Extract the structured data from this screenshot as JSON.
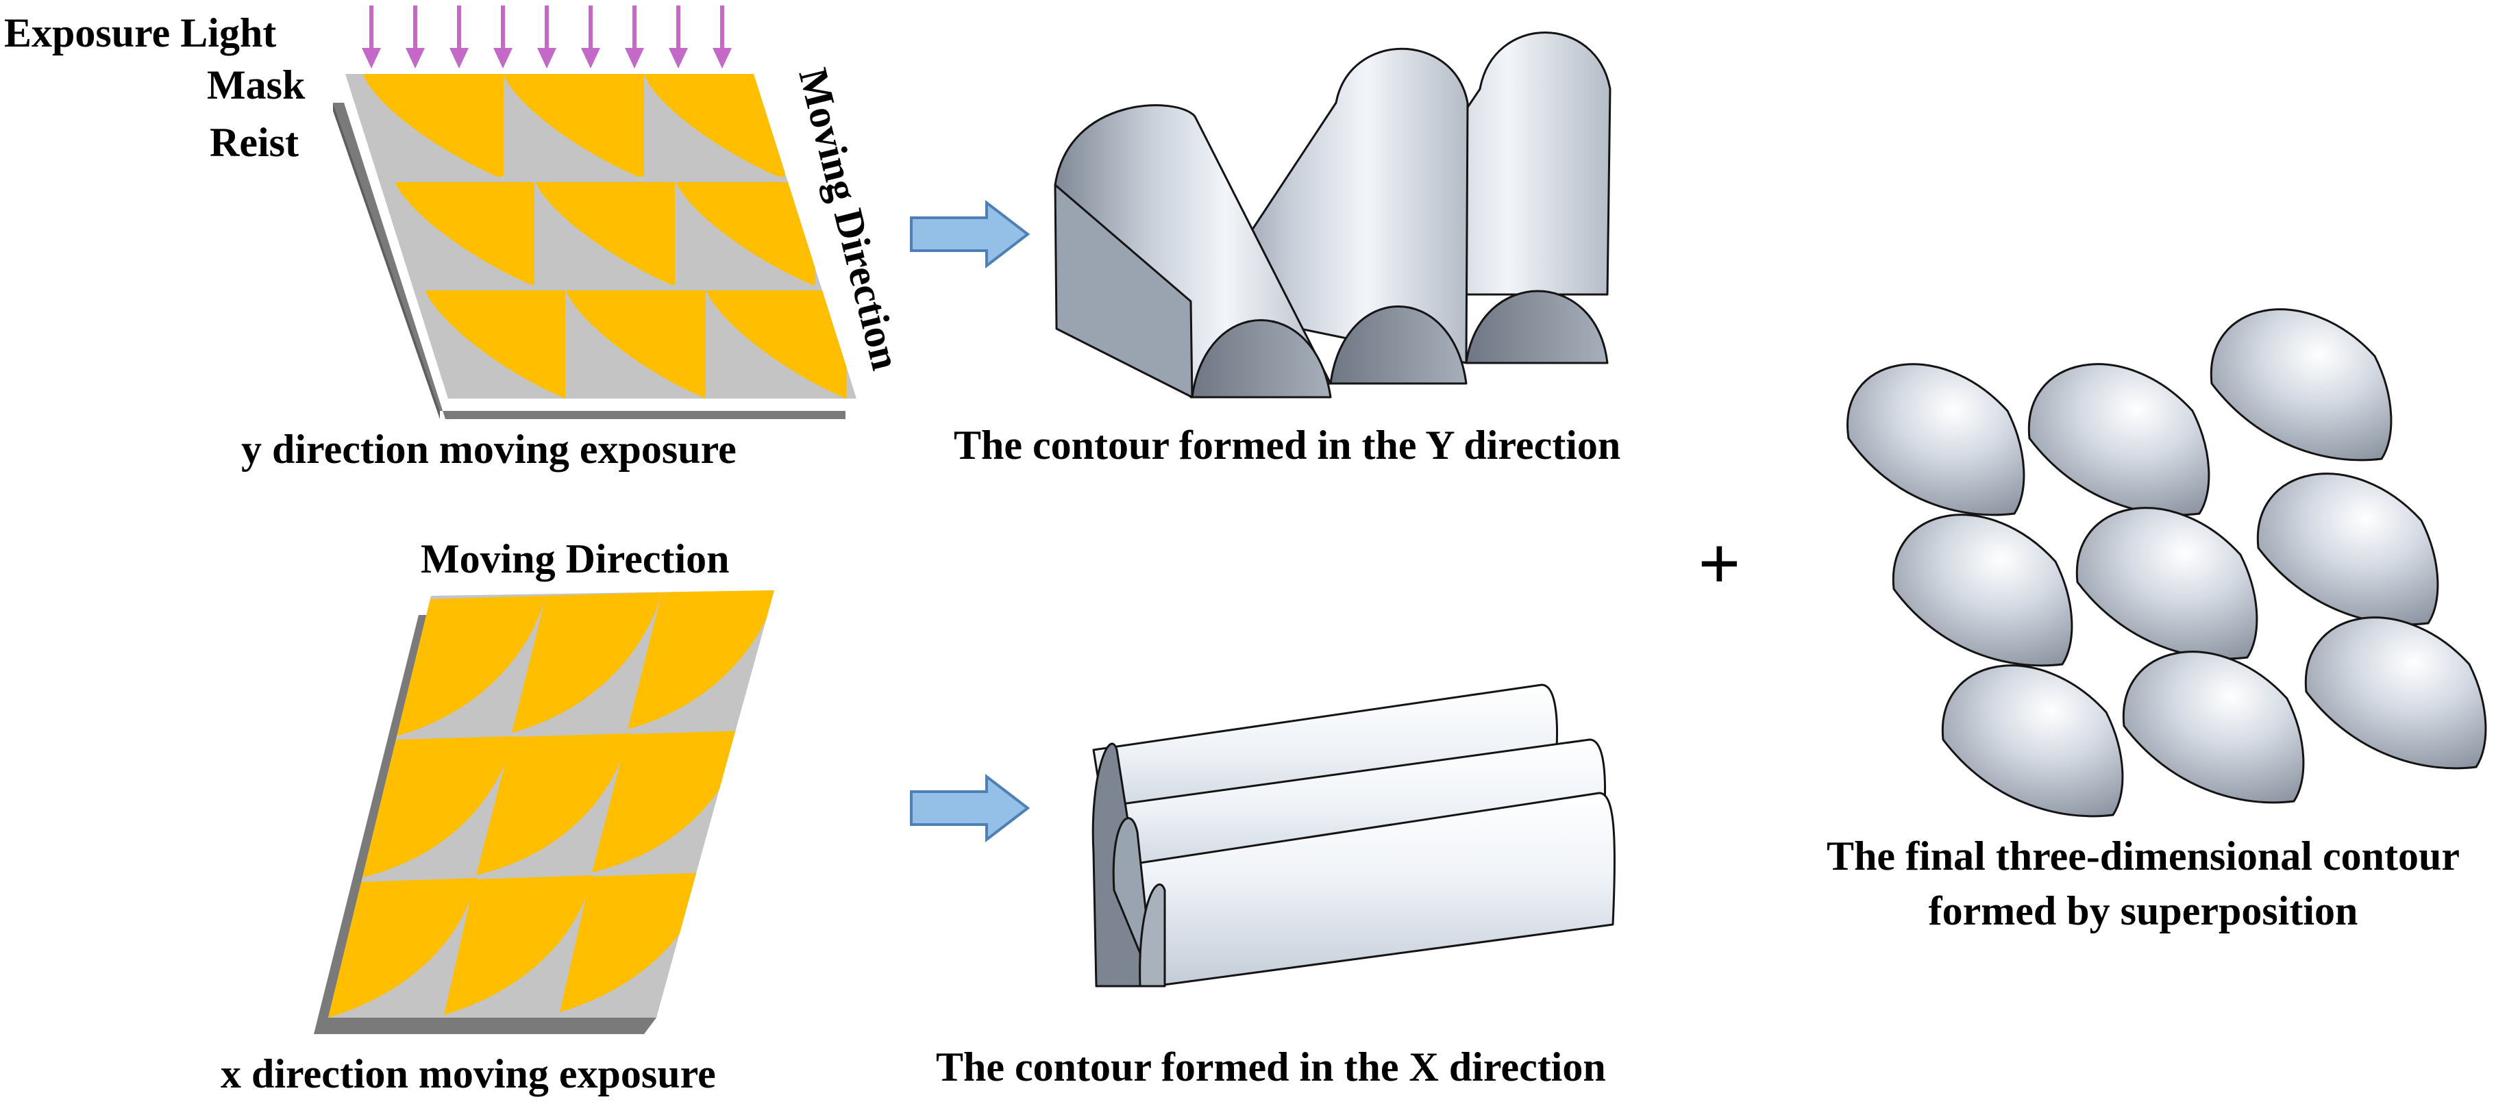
{
  "labels": {
    "exposure_light": "Exposure Light",
    "mask": "Mask",
    "resist": "Reist",
    "moving_direction_y": "Moving Direction",
    "moving_direction_x": "Moving Direction",
    "y_caption": "y  direction moving exposure",
    "x_caption": "x  direction moving exposure",
    "y_contour": "The contour formed in the Y direction",
    "x_contour": "The contour formed in the X direction",
    "plus": "+",
    "final_line1": "The final three-dimensional contour",
    "final_line2": "formed by superposition"
  },
  "colors": {
    "light_arrow": "#c569c9",
    "mask_gray": "#c4c4c4",
    "resist_gray": "#7a7a7a",
    "pattern_yellow": "#ffbe00",
    "flow_arrow_fill": "#94bfe6",
    "flow_arrow_stroke": "#4e7fb5",
    "surface_light": "#eef2f7",
    "surface_dark": "#8e97a4",
    "outline": "#141414"
  },
  "icons": {
    "light_arrows": "down-arrow-icon",
    "flow_arrows": "right-arrow-icon"
  }
}
